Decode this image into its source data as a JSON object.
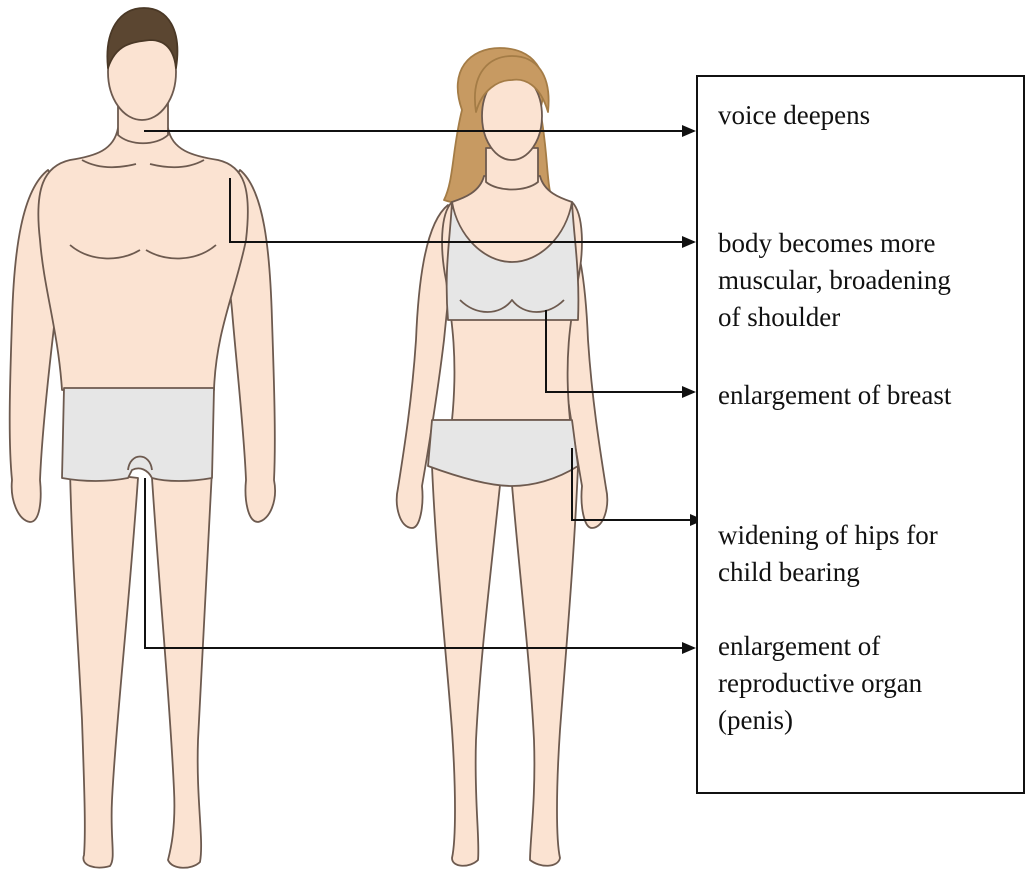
{
  "diagram": {
    "labels": [
      {
        "id": "voice",
        "text": "voice deepens"
      },
      {
        "id": "muscular",
        "text": "body becomes more\nmuscular, broadening\nof shoulder"
      },
      {
        "id": "breast",
        "text": "enlargement of breast"
      },
      {
        "id": "hips",
        "text": " widening of hips for\nchild bearing"
      },
      {
        "id": "organ",
        "text": "enlargement of\nreproductive organ\n(penis)"
      }
    ],
    "colors": {
      "skin": "#fbe3d2",
      "outline": "#6d5a4f",
      "underwear": "#e6e6e6",
      "male_hair": "#5b4631",
      "female_hair": "#c79a62",
      "arrow": "#111111"
    }
  }
}
